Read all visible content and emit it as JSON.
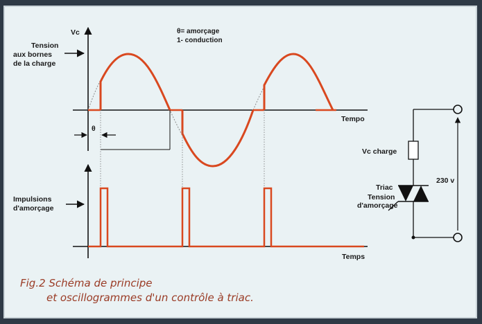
{
  "figure": {
    "legend_theta": "θ= amorçage",
    "legend_conduction": "1- conduction",
    "axis_vc": "Vc",
    "axis_tempo": "Tempo",
    "axis_temps": "Temps",
    "label_tension_1": "Tension",
    "label_tension_2": "aux bornes",
    "label_tension_3": "de la charge",
    "label_impulsions_1": "Impulsions",
    "label_impulsions_2": "d'amorçage",
    "theta_symbol": "θ",
    "vc_charge": "Vc charge",
    "triac": "Triac",
    "tension_amorcage_1": "Tension",
    "tension_amorcage_2": "d'amorçage",
    "voltage": "230 v"
  },
  "caption": {
    "line1": "Fig.2 Schéma de principe",
    "line2": "et oscillogrammes d'un contrôle à triac."
  },
  "colors": {
    "waveform": "#d9481f",
    "axes": "#111111",
    "background": "#eaf2f4",
    "caption": "#9a3b25"
  }
}
